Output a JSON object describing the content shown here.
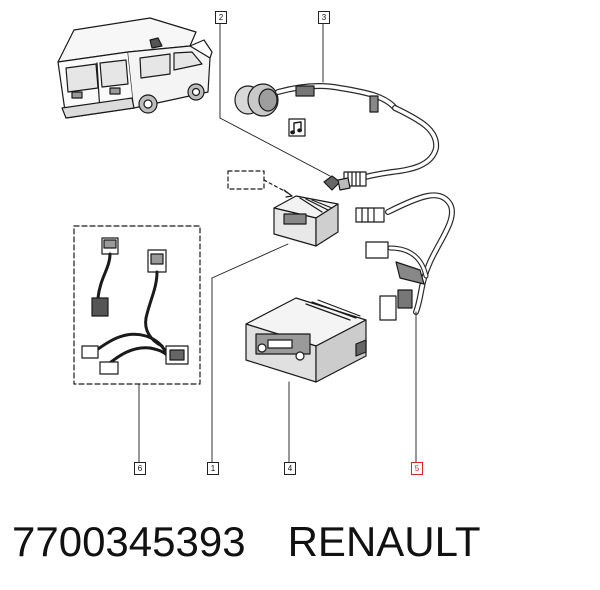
{
  "diagram": {
    "callouts": [
      {
        "label": "1",
        "highlight": false
      },
      {
        "label": "2",
        "highlight": false
      },
      {
        "label": "3",
        "highlight": false
      },
      {
        "label": "4",
        "highlight": false
      },
      {
        "label": "5",
        "highlight": true
      },
      {
        "label": "6",
        "highlight": false
      }
    ],
    "highlight_color": "#d9262b",
    "music_note_icon": "music-note-icon"
  },
  "footer": {
    "part_number": "7700345393",
    "brand": "RENAULT"
  }
}
